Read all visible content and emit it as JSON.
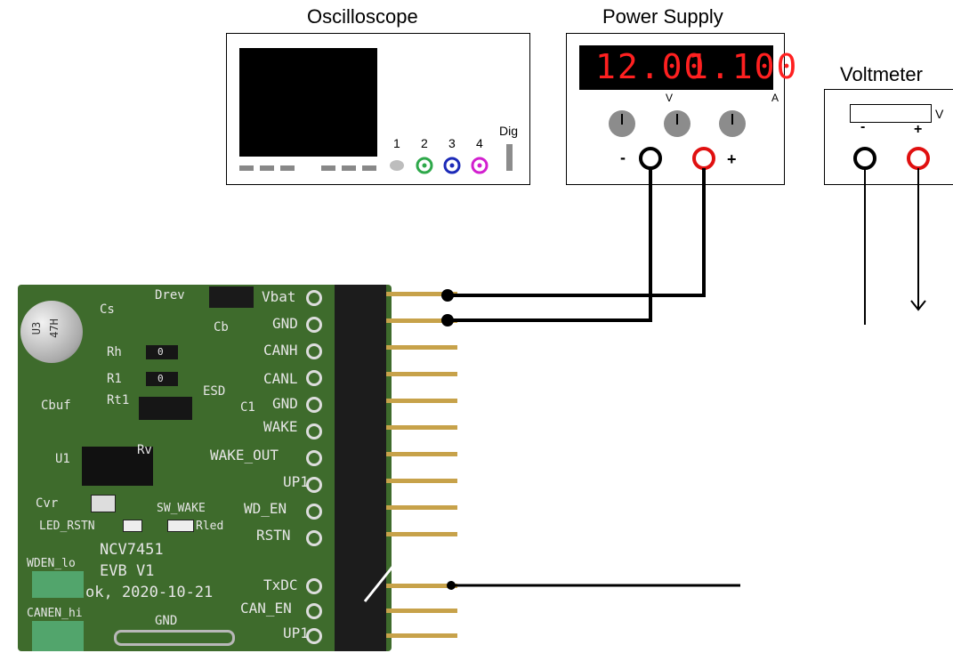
{
  "oscilloscope": {
    "title": "Oscilloscope",
    "channels": [
      "1",
      "2",
      "3",
      "4"
    ],
    "channel_colors": [
      "#bbbbbb",
      "#2ea84a",
      "#1c2ab8",
      "#d21fcf"
    ],
    "dig_label": "Dig"
  },
  "power_supply": {
    "title": "Power Supply",
    "voltage_display": "12.00",
    "current_display": "1.100",
    "voltage_unit": "V",
    "current_unit": "A",
    "minus_label": "-",
    "plus_label": "+"
  },
  "voltmeter": {
    "title": "Voltmeter",
    "unit_label": "V",
    "minus_label": "-",
    "plus_label": "+"
  },
  "board": {
    "pins": [
      "Vbat",
      "GND",
      "CANH",
      "CANL",
      "GND",
      "WAKE",
      "WAKE_OUT",
      "UP1",
      "WD_EN",
      "RSTN",
      "TxDC",
      "CAN_EN",
      "UP1"
    ],
    "components": [
      "Drev",
      "Cs",
      "Cb",
      "Rh",
      "0",
      "R1",
      "0",
      "Rt1",
      "ESD",
      "C1",
      "Cbuf",
      "U1",
      "Rv",
      "Cvr",
      "SW_WAKE",
      "LED_RSTN",
      "Rled",
      "WDEN_lo",
      "CANEN_hi",
      "GND",
      "U3",
      "47H"
    ],
    "silkscreen": [
      "NCV7451",
      "EVB V1",
      "ok, 2020-10-21"
    ]
  }
}
